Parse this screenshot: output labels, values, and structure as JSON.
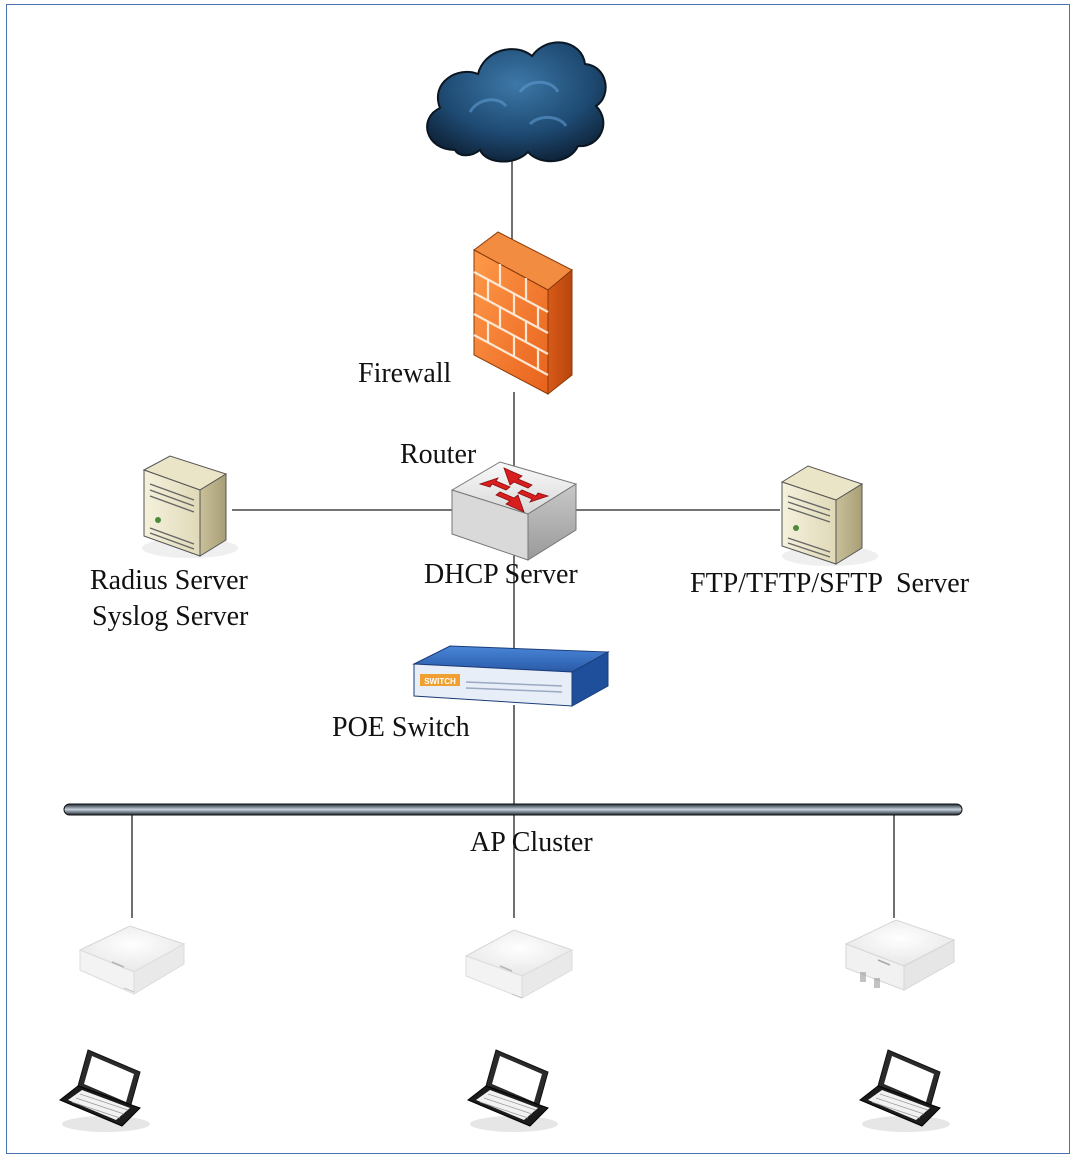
{
  "labels": {
    "firewall": "Firewall",
    "router": "Router",
    "dhcp": "DHCP Server",
    "radius": "Radius Server",
    "syslog": "Syslog Server",
    "ftp": "FTP/TFTP/SFTP  Server",
    "poe": "POE Switch",
    "ap_cluster": "AP Cluster",
    "switch_badge": "SWITCH"
  },
  "colors": {
    "frame": "#4a70b0",
    "line": "#222222",
    "firewall": "#f07a2a",
    "cloud": "#1f4468",
    "switch": "#2f62b8",
    "router_arrow": "#d81e1e"
  },
  "icons": {
    "internet": "cloud-icon",
    "firewall": "firewall-icon",
    "router": "router-icon",
    "server": "server-icon",
    "switch": "poe-switch-icon",
    "ap": "access-point-icon",
    "client": "laptop-icon"
  }
}
